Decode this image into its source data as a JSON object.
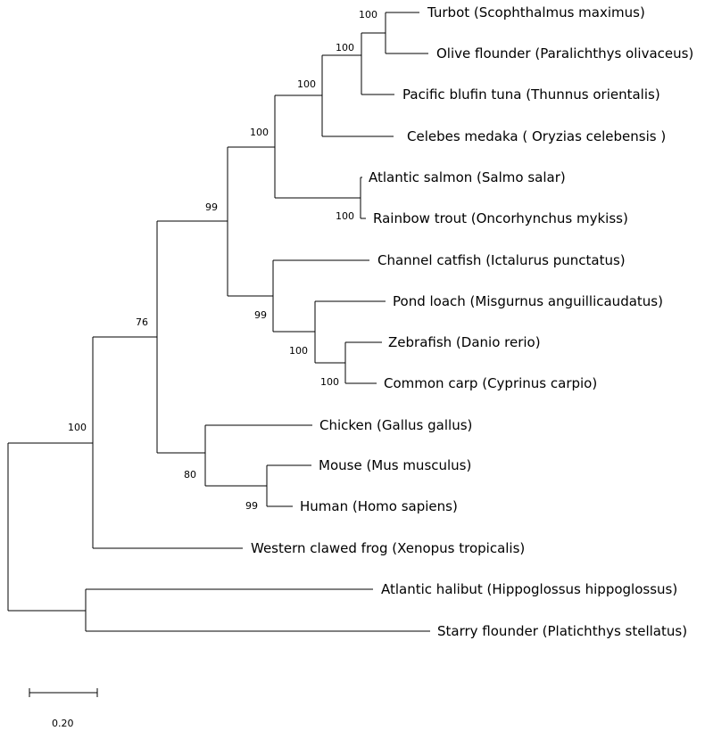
{
  "tree": {
    "taxa": [
      "Turbot (Scophthalmus maximus)",
      "Olive flounder (Paralichthys olivaceus)",
      "Pacific blufin tuna (Thunnus orientalis)",
      "Celebes medaka ( Oryzias celebensis )",
      "Atlantic salmon (Salmo salar)",
      "Rainbow trout (Oncorhynchus mykiss)",
      "Channel catfish (Ictalurus punctatus)",
      "Pond loach (Misgurnus anguillicaudatus)",
      "Zebrafish (Danio rerio)",
      "Common carp (Cyprinus carpio)",
      "Chicken (Gallus gallus)",
      "Mouse (Mus musculus)",
      "Human (Homo sapiens)",
      "Western clawed frog (Xenopus tropicalis)",
      "Atlantic  halibut (Hippoglossus hippoglossus)",
      "Starry flounder  (Platichthys stellatus)"
    ],
    "bootstrap": {
      "turbot_olive": "100",
      "flatfish_tuna": "100",
      "percomorph": "100",
      "salmonid": "100",
      "neoteleost": "100",
      "zebrafish_carp": "100",
      "loach_cyprinid": "100",
      "ostariophysi": "99",
      "teleost": "99",
      "mouse_human": "99",
      "amniote": "80",
      "tetrapod_teleost": "76",
      "ingroup_frog": "100"
    },
    "scale_bar": {
      "value": "0.20"
    }
  }
}
